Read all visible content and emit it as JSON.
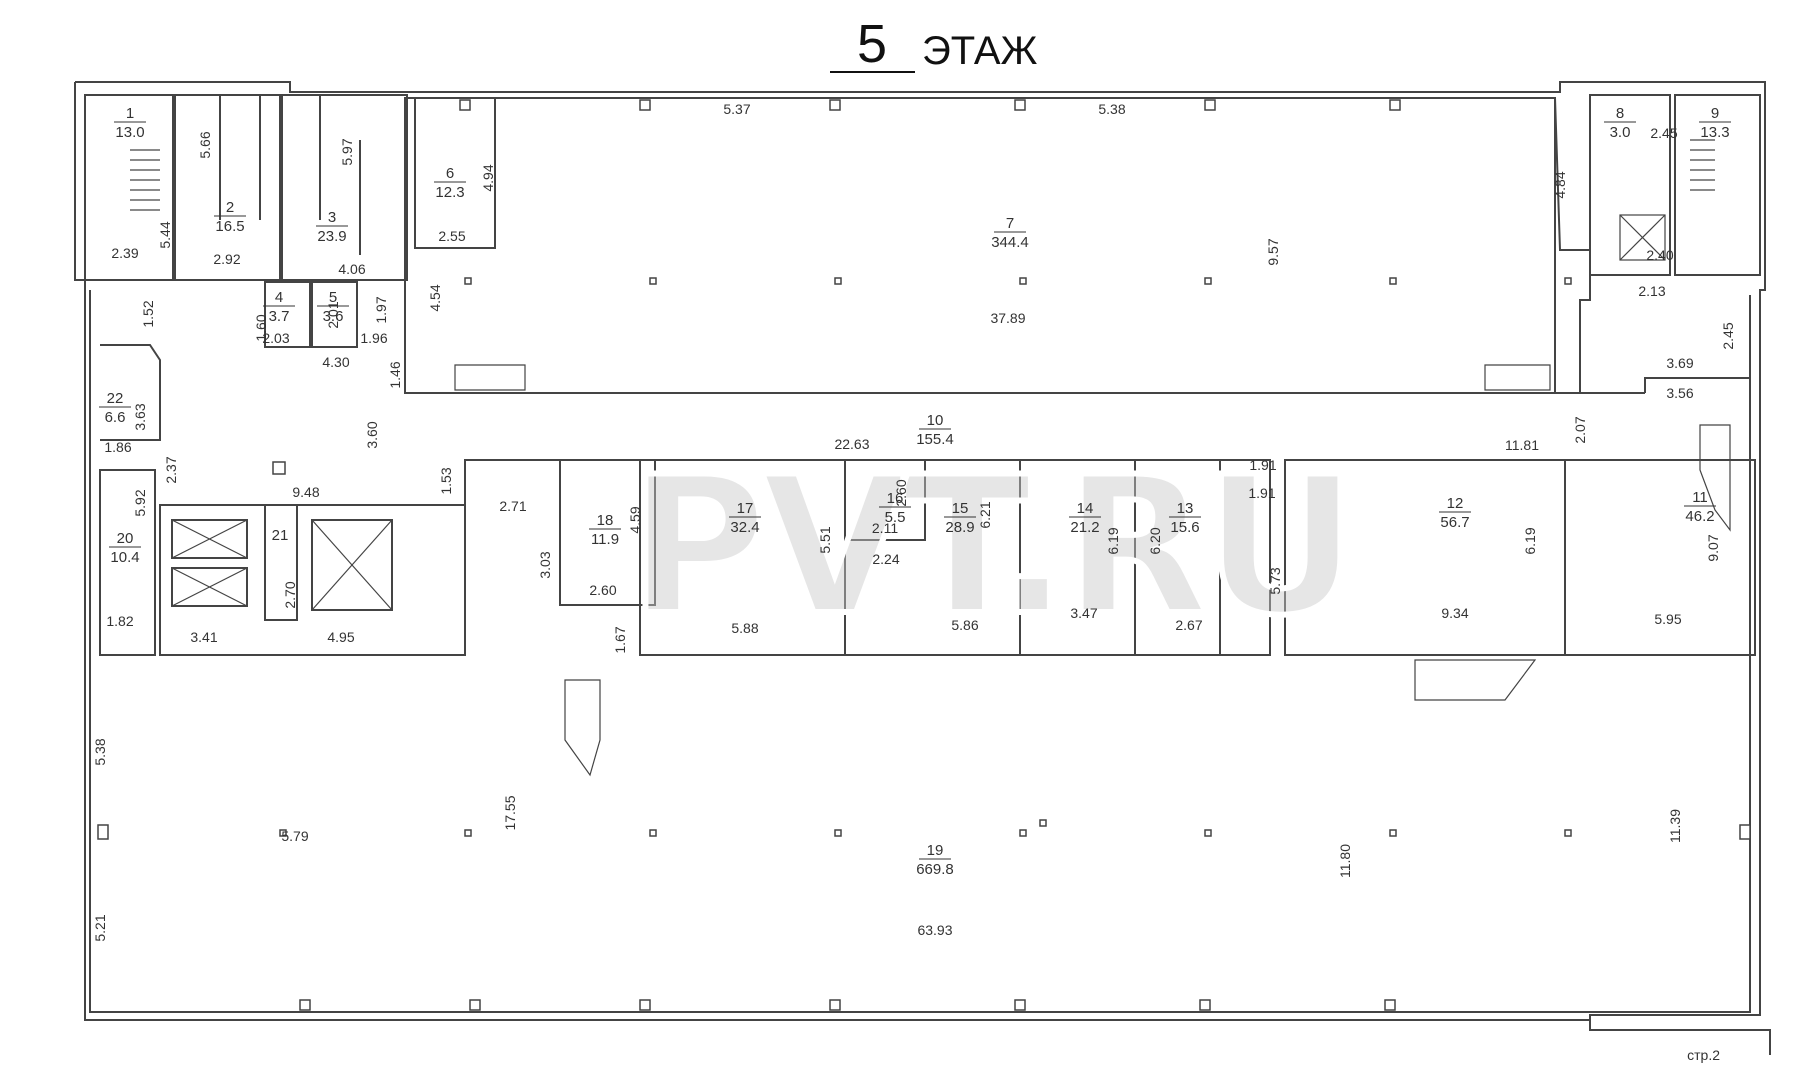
{
  "header": {
    "floor_number": "5",
    "floor_word": "ЭТАЖ"
  },
  "watermark": "PVT.RU",
  "page_label": "стр.2",
  "rooms": [
    {
      "id": "1",
      "area": "13.0"
    },
    {
      "id": "2",
      "area": "16.5"
    },
    {
      "id": "3",
      "area": "23.9"
    },
    {
      "id": "4",
      "area": "3.7"
    },
    {
      "id": "5",
      "area": "3.6"
    },
    {
      "id": "6",
      "area": "12.3"
    },
    {
      "id": "7",
      "area": "344.4"
    },
    {
      "id": "8",
      "area": "3.0"
    },
    {
      "id": "9",
      "area": "13.3"
    },
    {
      "id": "10",
      "area": "155.4"
    },
    {
      "id": "11",
      "area": "46.2"
    },
    {
      "id": "12",
      "area": "56.7"
    },
    {
      "id": "13",
      "area": "15.6"
    },
    {
      "id": "14",
      "area": "21.2"
    },
    {
      "id": "15",
      "area": "28.9"
    },
    {
      "id": "16",
      "area": "5.5"
    },
    {
      "id": "17",
      "area": "32.4"
    },
    {
      "id": "18",
      "area": "11.9"
    },
    {
      "id": "19",
      "area": "669.8"
    },
    {
      "id": "20",
      "area": "10.4"
    },
    {
      "id": "21",
      "area": ""
    },
    {
      "id": "22",
      "area": "6.6"
    }
  ],
  "dimensions": [
    "5.66",
    "5.44",
    "2.39",
    "2.92",
    "5.97",
    "4.06",
    "4.94",
    "2.55",
    "5.37",
    "5.38",
    "9.57",
    "37.89",
    "4.84",
    "2.45",
    "2.40",
    "2.13",
    "1.60",
    "2.03",
    "2.01",
    "1.96",
    "1.97",
    "4.30",
    "4.54",
    "1.52",
    "1.46",
    "3.63",
    "1.86",
    "3.60",
    "2.37",
    "5.92",
    "1.82",
    "9.48",
    "2.70",
    "3.41",
    "4.95",
    "1.53",
    "2.71",
    "3.03",
    "2.60",
    "1.67",
    "4.59",
    "5.51",
    "5.88",
    "22.63",
    "2.60",
    "2.11",
    "2.24",
    "6.21",
    "5.86",
    "3.47",
    "6.19",
    "6.20",
    "2.67",
    "1.91",
    "1.91",
    "5.73",
    "11.81",
    "9.34",
    "6.19",
    "2.07",
    "3.69",
    "3.56",
    "9.07",
    "5.95",
    "2.45",
    "5.38",
    "5.79",
    "17.55",
    "5.21",
    "63.93",
    "11.80",
    "11.39"
  ]
}
